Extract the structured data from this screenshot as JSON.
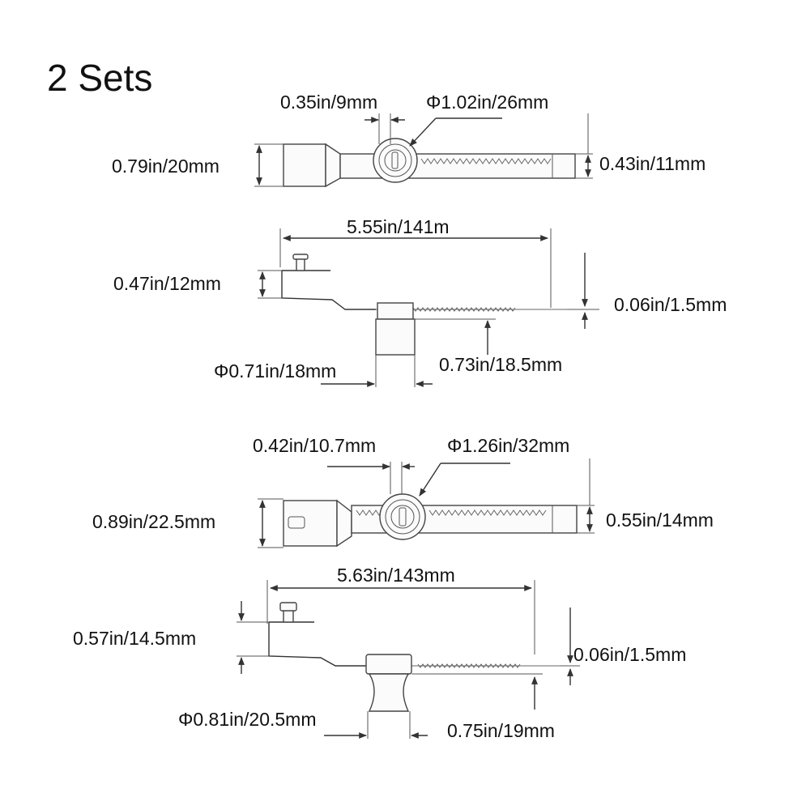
{
  "title": "2 Sets",
  "lock_small": {
    "top_view": {
      "key_offset": "0.35in/9mm",
      "cylinder_diameter": "Φ1.02in/26mm",
      "end_height": "0.79in/20mm",
      "bar_height": "0.43in/11mm"
    },
    "side_view": {
      "length": "5.55in/141m",
      "bracket_height": "0.47in/12mm",
      "bar_thickness": "0.06in/1.5mm",
      "cylinder_depth": "0.73in/18.5mm",
      "body_diameter": "Φ0.71in/18mm"
    }
  },
  "lock_large": {
    "top_view": {
      "key_offset": "0.42in/10.7mm",
      "cylinder_diameter": "Φ1.26in/32mm",
      "end_height": "0.89in/22.5mm",
      "bar_height": "0.55in/14mm"
    },
    "side_view": {
      "length": "5.63in/143mm",
      "bracket_height": "0.57in/14.5mm",
      "bar_thickness": "0.06in/1.5mm",
      "body_diameter": "Φ0.81in/20.5mm",
      "cylinder_depth": "0.75in/19mm"
    }
  }
}
